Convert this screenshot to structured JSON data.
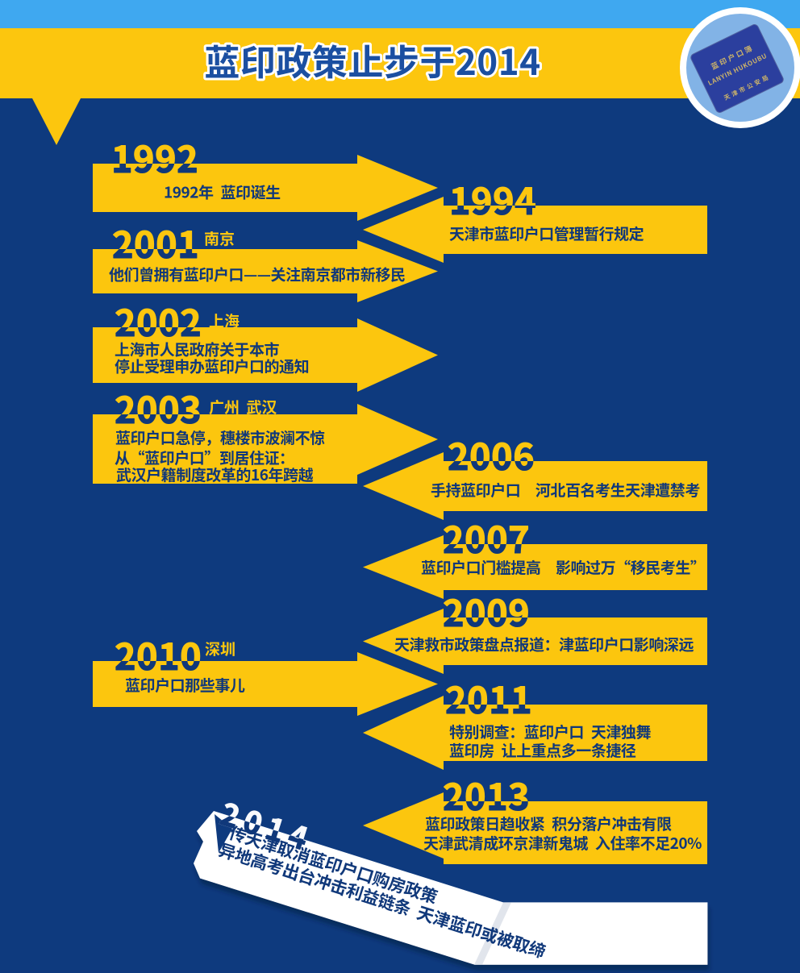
{
  "header": {
    "title": "蓝印政策止步于2014"
  },
  "badge": {
    "booklet_title": "蓝印户口簿",
    "booklet_latin": "LANYIN HUKOUBU",
    "booklet_issuer": "天津市公安局"
  },
  "colors": {
    "background_navy": "#0e3a7e",
    "arrow_yellow": "#fcc60e",
    "top_strip_blue": "#3fa8f0",
    "banner_white": "#ffffff",
    "text_navy": "#10387a"
  },
  "timeline": [
    {
      "year": "1992",
      "city": "",
      "side": "right",
      "lines": [
        "1992年 蓝印诞生"
      ]
    },
    {
      "year": "1994",
      "city": "",
      "side": "left",
      "lines": [
        "天津市蓝印户口管理暂行规定"
      ]
    },
    {
      "year": "2001",
      "city": "南京",
      "side": "right",
      "lines": [
        "他们曾拥有蓝印户口——关注南京都市新移民"
      ]
    },
    {
      "year": "2002",
      "city": "上海",
      "side": "right",
      "lines": [
        "上海市人民政府关于本市",
        "停止受理申办蓝印户口的通知"
      ]
    },
    {
      "year": "2003",
      "city": "广州 武汉",
      "side": "right",
      "lines": [
        "蓝印户口急停，穗楼市波澜不惊",
        "从“蓝印户口”到居住证：",
        "武汉户籍制度改革的16年跨越"
      ]
    },
    {
      "year": "2006",
      "city": "",
      "side": "left",
      "lines": [
        "手持蓝印户口　河北百名考生天津遭禁考"
      ]
    },
    {
      "year": "2007",
      "city": "",
      "side": "left",
      "lines": [
        "蓝印户口门槛提高　影响过万“移民考生”"
      ]
    },
    {
      "year": "2009",
      "city": "",
      "side": "left",
      "lines": [
        "天津救市政策盘点报道：津蓝印户口影响深远"
      ]
    },
    {
      "year": "2010",
      "city": "深圳",
      "side": "right",
      "lines": [
        "蓝印户口那些事儿"
      ]
    },
    {
      "year": "2011",
      "city": "",
      "side": "left",
      "lines": [
        "特别调查：蓝印户口 天津独舞",
        "蓝印房 让上重点多一条捷径"
      ]
    },
    {
      "year": "2013",
      "city": "",
      "side": "left",
      "lines": [
        "蓝印政策日趋收紧 积分落户冲击有限",
        "天津武清成环京津新鬼城 入住率不足20%"
      ]
    },
    {
      "year": "2014",
      "city": "",
      "side": "banner",
      "lines": [
        "传天津取消蓝印户口购房政策",
        "异地高考出台冲击利益链条 天津蓝印或被取缔"
      ]
    }
  ]
}
